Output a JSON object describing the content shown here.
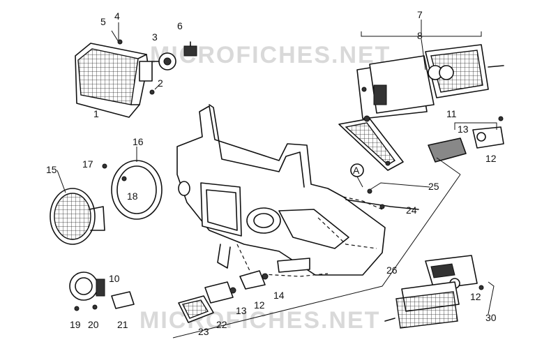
{
  "watermark": {
    "text": "MICROFICHES.NET"
  },
  "labels": [
    {
      "id": "l1",
      "text": "1"
    },
    {
      "id": "l2",
      "text": "2"
    },
    {
      "id": "l3",
      "text": "3"
    },
    {
      "id": "l4",
      "text": "4"
    },
    {
      "id": "l5",
      "text": "5"
    },
    {
      "id": "l6",
      "text": "6"
    },
    {
      "id": "l7",
      "text": "7"
    },
    {
      "id": "l8",
      "text": "8"
    },
    {
      "id": "l10",
      "text": "10"
    },
    {
      "id": "l11",
      "text": "11"
    },
    {
      "id": "l12a",
      "text": "12"
    },
    {
      "id": "l12b",
      "text": "12"
    },
    {
      "id": "l12c",
      "text": "12"
    },
    {
      "id": "l13a",
      "text": "13"
    },
    {
      "id": "l13b",
      "text": "13"
    },
    {
      "id": "l14",
      "text": "14"
    },
    {
      "id": "l15",
      "text": "15"
    },
    {
      "id": "l16",
      "text": "16"
    },
    {
      "id": "l17",
      "text": "17"
    },
    {
      "id": "l18",
      "text": "18"
    },
    {
      "id": "l19",
      "text": "19"
    },
    {
      "id": "l20",
      "text": "20"
    },
    {
      "id": "l21",
      "text": "21"
    },
    {
      "id": "l22",
      "text": "22"
    },
    {
      "id": "l23",
      "text": "23"
    },
    {
      "id": "l24",
      "text": "24"
    },
    {
      "id": "l25",
      "text": "25"
    },
    {
      "id": "l26",
      "text": "26"
    },
    {
      "id": "l30",
      "text": "30"
    },
    {
      "id": "lA",
      "text": "A"
    }
  ]
}
